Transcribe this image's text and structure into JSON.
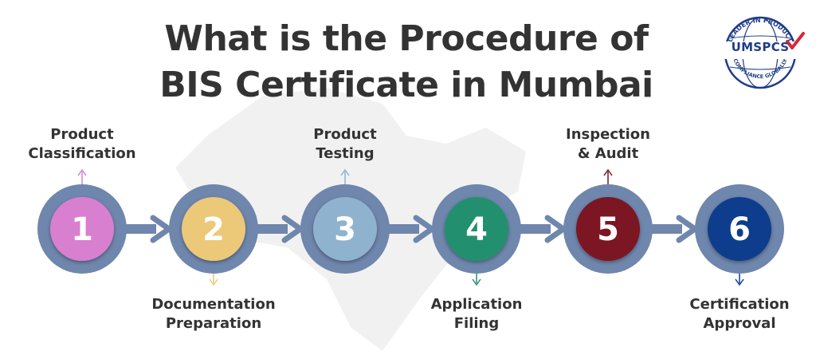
{
  "title": {
    "line1": "What is the Procedure of",
    "line2": "BIS Certificate in Mumbai"
  },
  "logo": {
    "name": "UMSPCS",
    "arc_top": "LEADER IN PRODUCT",
    "arc_bottom": "COMPLIANCE GLOBALLY",
    "color": "#1f3c88",
    "check_color": "#d62839"
  },
  "ring_color": "#6f86ad",
  "arrow_color": "#6f86ad",
  "steps": [
    {
      "number": "1",
      "label_line1": "Product",
      "label_line2": "Classification",
      "position": "top",
      "color": "#d97fcf"
    },
    {
      "number": "2",
      "label_line1": "Documentation",
      "label_line2": "Preparation",
      "position": "bottom",
      "color": "#ecc978"
    },
    {
      "number": "3",
      "label_line1": "Product",
      "label_line2": "Testing",
      "position": "top",
      "color": "#8fb3cf"
    },
    {
      "number": "4",
      "label_line1": "Application",
      "label_line2": "Filing",
      "position": "bottom",
      "color": "#23906e"
    },
    {
      "number": "5",
      "label_line1": "Inspection",
      "label_line2": "& Audit",
      "position": "top",
      "color": "#7c1320"
    },
    {
      "number": "6",
      "label_line1": "Certification",
      "label_line2": "Approval",
      "position": "bottom",
      "color": "#0b3d8c"
    }
  ]
}
